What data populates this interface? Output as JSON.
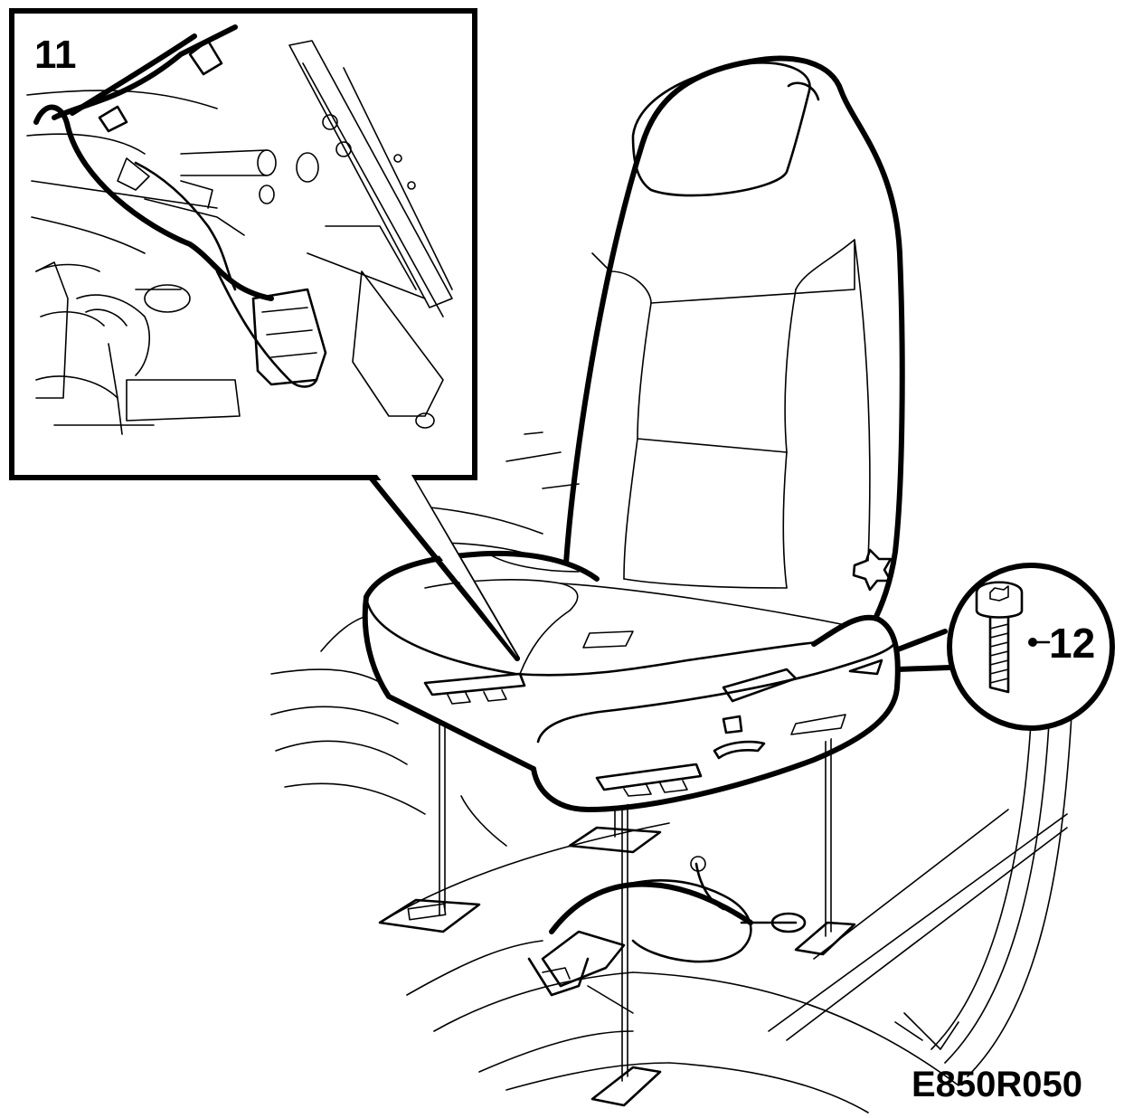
{
  "callouts": {
    "detail_number": "11",
    "bolt_number": "12"
  },
  "figure_code": "E850R050",
  "colors": {
    "ink": "#000000",
    "paper": "#ffffff"
  }
}
